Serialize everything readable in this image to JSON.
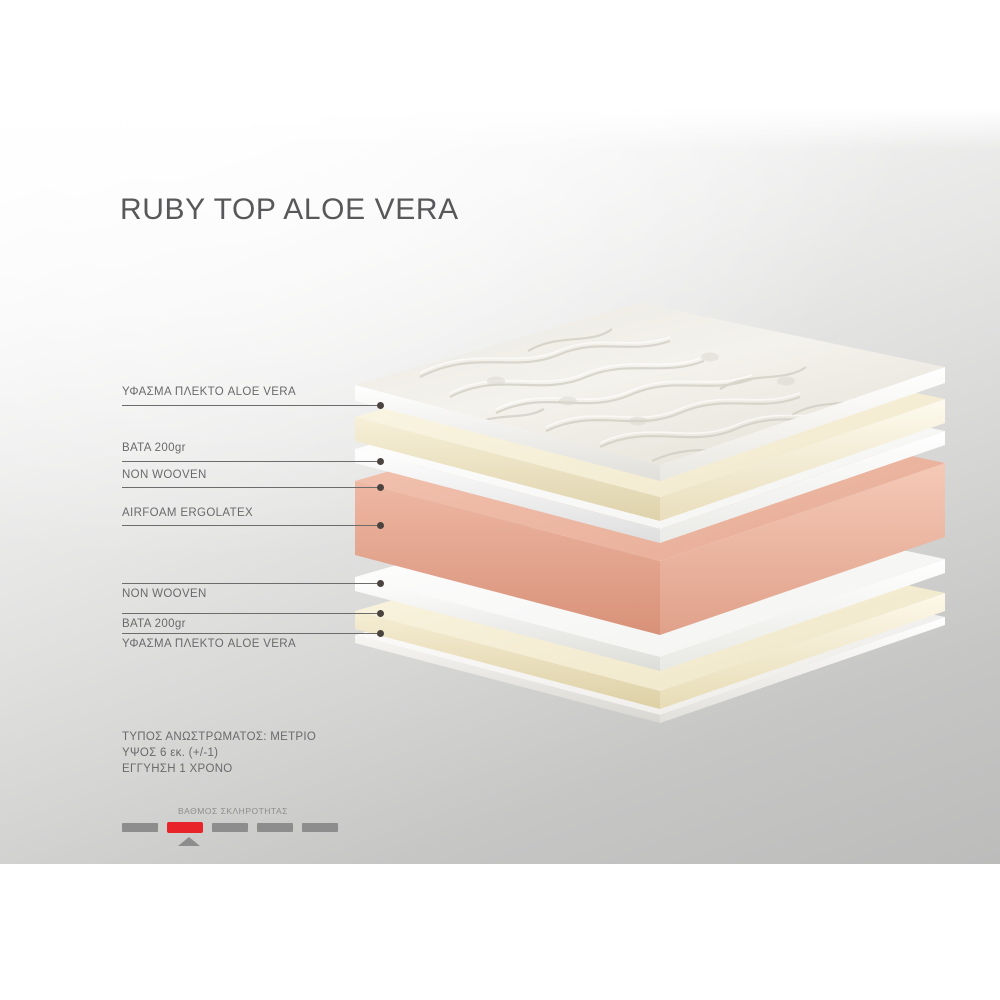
{
  "product": {
    "title": "RUBY TOP ALOE VERA"
  },
  "layers": [
    {
      "label": "ΥΦΑΣΜΑ ΠΛΕΚΤΟ ALOE VERA",
      "color": "#f0ece2"
    },
    {
      "label": "ΒΑΤΑ 200gr",
      "color": "#ece1bd"
    },
    {
      "label": "NON WOOVEN",
      "color": "#ffffff"
    },
    {
      "label": "AIRFOAM ERGOLATEX",
      "color": "#e6ab96"
    },
    {
      "label": "NON WOOVEN",
      "color": "#ffffff"
    },
    {
      "label": "ΒΑΤΑ 200gr",
      "color": "#ece1bd"
    },
    {
      "label": "ΥΦΑΣΜΑ ΠΛΕΚΤΟ ALOE VERA",
      "color": "#f4f1ea"
    }
  ],
  "specs": {
    "type": "ΤΥΠΟΣ ΑΝΩΣΤΡΩΜΑΤΟΣ: ΜΕΤΡΙΟ",
    "height": "ΥΨΟΣ 6 εκ. (+/-1)",
    "warranty": "ΕΓΓΥΗΣΗ 1 ΧΡΟΝΟ"
  },
  "hardness": {
    "title": "ΒΑΘΜΟΣ ΣΚΛΗΡΟΤΗΤΑΣ",
    "levels": 5,
    "selected": 2,
    "active_color": "#e8232a",
    "inactive_color": "#8d8d8d"
  }
}
